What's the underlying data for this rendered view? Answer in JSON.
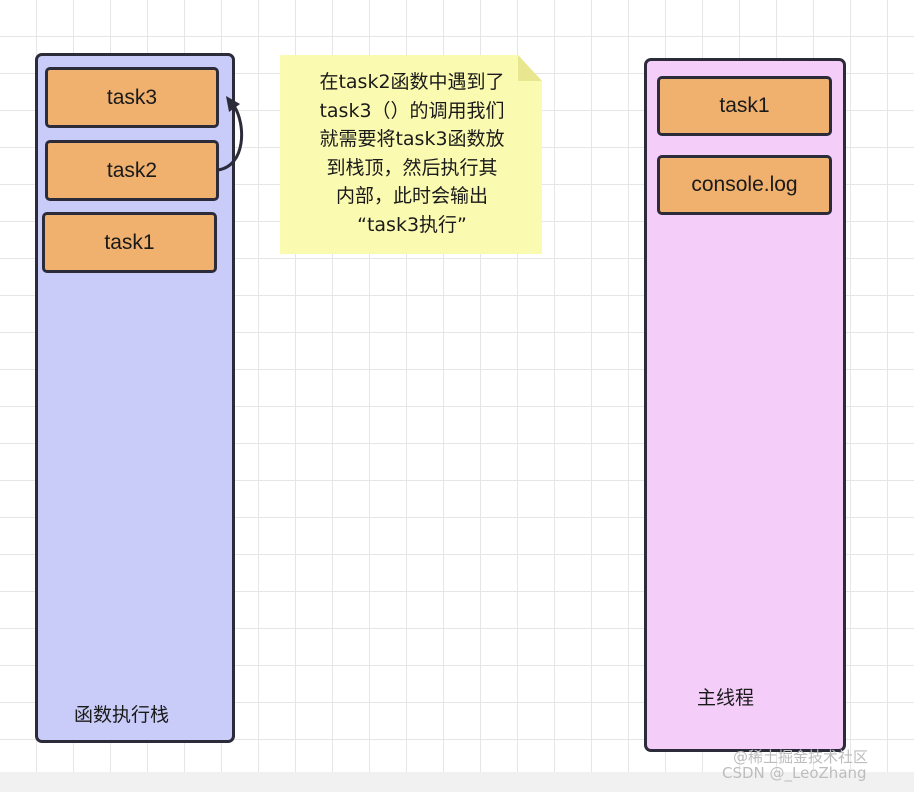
{
  "call_stack": {
    "label": "函数执行栈",
    "tasks": [
      "task3",
      "task2",
      "task1"
    ]
  },
  "main_thread": {
    "label": "主线程",
    "tasks": [
      "task1",
      "console.log"
    ]
  },
  "note": {
    "lines": [
      "在task2函数中遇到了",
      "task3（）的调用我们",
      "就需要将task3函数放",
      "到栈顶，然后执行其",
      "内部，此时会输出",
      "“task3执行”"
    ]
  },
  "watermark": {
    "line1": "@稀土掘金技术社区",
    "line2": "CSDN @_LeoZhang"
  },
  "colors": {
    "call_stack_fill": "#c9cbf8",
    "main_thread_fill": "#f4cdf9",
    "task_fill": "#f0b06e",
    "note_fill": "#fbfab1",
    "outline": "#2b2b3a"
  }
}
